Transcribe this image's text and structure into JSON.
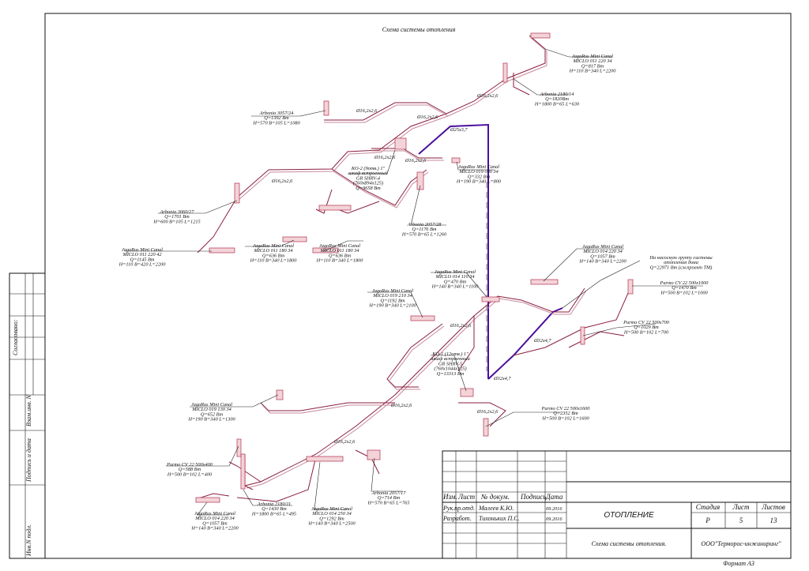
{
  "title": "Схема системы отопления",
  "side": {
    "agreed": "Согласовано:",
    "vzam": "Взам.инв. N",
    "sign_date": "Подпись и дата",
    "inv": "Инв.N подл."
  },
  "stamp": {
    "h_izm": "Изм.",
    "h_list": "Лист",
    "h_doc": "№ докум.",
    "h_sign": "Подпись",
    "h_date": "Дата",
    "r1_role": "Рук.пр.отд.",
    "r1_name": "Малеев К.Ю.",
    "r1_date": "09.2016",
    "r2_role": "Разработ.",
    "r2_name": "Тихоньких П.С.",
    "r2_date": "09.2016",
    "title": "ОТОПЛЕНИЕ",
    "subtitle": "Схема системы отопления.",
    "stage_h": "Стадия",
    "sheet_h": "Лист",
    "sheets_h": "Листов",
    "stage": "Р",
    "sheet": "5",
    "sheets": "13",
    "company": "ООО\"Терморос-инжиниринг\"",
    "format": "Формат А3"
  },
  "labels": [
    {
      "id": "l1",
      "lines": [
        "JagaRus Mini Canal",
        "MICLO 011 220 34",
        "Q=817 Вт",
        "H=110 B=340 L=2200"
      ]
    },
    {
      "id": "l2",
      "lines": [
        "Arbonia 2180/14",
        "Q=1820Вт",
        "H=1800 B=65 L=630"
      ]
    },
    {
      "id": "l3",
      "lines": [
        "Arbonia 3057/24",
        "Q=1392 Вт",
        "H=570 B=105 L=1080"
      ]
    },
    {
      "id": "l4",
      "lines": [
        "KO-2 (9отв.) 1\"",
        "шкаф встроенный",
        "GR SHRV-4",
        "(760х894х125)",
        "Q=9658 Вт"
      ]
    },
    {
      "id": "l5",
      "lines": [
        "JagaRus Mini Canal",
        "MICLO 019 080 34",
        "Q=332 Вт",
        "H=190 B=340 L=800"
      ]
    },
    {
      "id": "l6",
      "lines": [
        "Arbonia 3060/27",
        "Q=1701 Вт",
        "H=600 B=105 L=1215"
      ]
    },
    {
      "id": "l7",
      "lines": [
        "Arbonia 2057/28",
        "Q=1176 Вт",
        "H=570 B=65 L=1260"
      ]
    },
    {
      "id": "l8",
      "lines": [
        "JagaRus Mini Canal",
        "MICLO 011 220 42",
        "Q=1145 Вт",
        "H=110 B=420 L=2200"
      ]
    },
    {
      "id": "l9",
      "lines": [
        "JagaRus Mini Canal",
        "MICLO 011 180 34",
        "Q=636 Вт",
        "H=110 B=340 L=1800"
      ]
    },
    {
      "id": "l10",
      "lines": [
        "JagaRus Mini Canal",
        "MICLO 011 180 34",
        "Q=636 Вт",
        "H=110 B=340 L=1800"
      ]
    },
    {
      "id": "l11",
      "lines": [
        "JagaRus Mini Canal",
        "MICLO 014 220 34",
        "Q=1057 Вт",
        "H=140 B=340 L=2200"
      ]
    },
    {
      "id": "l12",
      "lines": [
        "На насосную группу системы",
        "отопления дома",
        "Q=22971 Вт (см.проект ТМ)"
      ]
    },
    {
      "id": "l13",
      "lines": [
        "JagaRus Mini Canal",
        "MICLO 014 110 34",
        "Q=470 Вт",
        "H=140 B=340 L=1100"
      ]
    },
    {
      "id": "l14",
      "lines": [
        "JagaRus Mini Canal",
        "MICLO 019 210 34",
        "Q=1192 Вт",
        "H=190 B=340 L=2100"
      ]
    },
    {
      "id": "l15",
      "lines": [
        "Purmo CV 22 500х1000",
        "Q=1470 Вт",
        "H=500 B=102 L=1000"
      ]
    },
    {
      "id": "l16",
      "lines": [
        "Purmo CV 22 500х700",
        "Q=1029 Вт",
        "H=500 B=102 L=700"
      ]
    },
    {
      "id": "l17",
      "lines": [
        "KO-1 (12отв.) 1\"",
        "шкаф встроенный",
        "GR SHRV-5",
        "(760х1044х125)",
        "Q=13313 Вт"
      ]
    },
    {
      "id": "l18",
      "lines": [
        "JagaRus Mini Canal",
        "MICLO 019 130 34",
        "Q=652 Вт",
        "H=190 B=340 L=1300"
      ]
    },
    {
      "id": "l19",
      "lines": [
        "Purmo CV 22 500х1600",
        "Q=2352 Вт",
        "H=500 B=102 L=1600"
      ]
    },
    {
      "id": "l20",
      "lines": [
        "Purmo CV 22 500х400",
        "Q=588 Вт",
        "H=500 B=102 L=400"
      ]
    },
    {
      "id": "l21",
      "lines": [
        "Arbonia 2057/17",
        "Q=714 Вт",
        "H=570 B=65 L=765"
      ]
    },
    {
      "id": "l22",
      "lines": [
        "Arbonia 2180/11",
        "Q=1430 Вт",
        "H=1800 B=65 L=495"
      ]
    },
    {
      "id": "l23",
      "lines": [
        "JagaRus Mini Canal",
        "MICLO 014 250 34",
        "Q=1292 Вт",
        "H=140 B=340 L=2500"
      ]
    },
    {
      "id": "l24",
      "lines": [
        "JagaRus Mini Canal",
        "MICLO 014 220 34",
        "Q=1057 Вт",
        "H=140 B=340 L=2200"
      ]
    }
  ],
  "pipe_labels": {
    "p1": "Ø16,2x2,6",
    "p2": "Ø16,2x2,6",
    "p3": "Ø16,2x2,6",
    "p4": "Ø25x3,7",
    "p5": "Ø16,2x2,6",
    "p6": "Ø16,2x2,6",
    "p7": "Ø16,2x2,6",
    "p8": "Ø16,2x2,6",
    "p9": "Ø32x4,7",
    "p10": "Ø32x4,7",
    "p11": "Ø16,2x2,6",
    "p12": "Ø16,2x2,6",
    "p13": "Ø16,2x2,6"
  }
}
